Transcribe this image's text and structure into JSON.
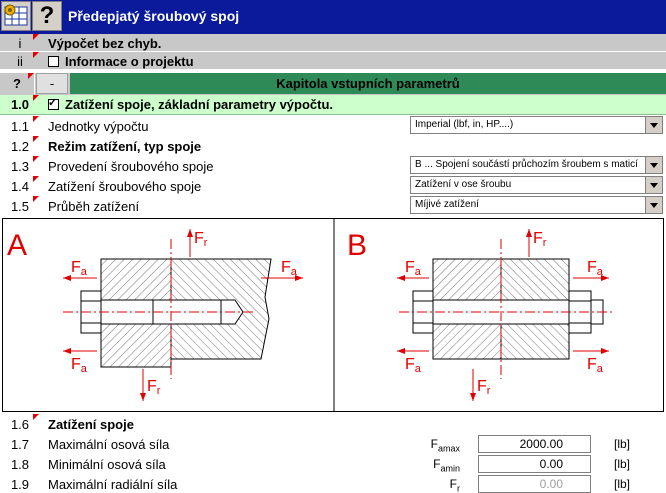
{
  "window": {
    "title": "Předepjatý šroubový spoj",
    "app_icon": "calculator-grid-icon",
    "help_icon": "question-mark-icon",
    "help_label": "?"
  },
  "status": {
    "num": "i",
    "text": "Výpočet bez chyb."
  },
  "project": {
    "num": "ii",
    "text": "Informace o projektu",
    "checked": false
  },
  "chapter": {
    "q_label": "?",
    "toggle_label": "-",
    "title": "Kapitola vstupních parametrů"
  },
  "section": {
    "num": "1.0",
    "text": "Zatížení spoje, základní parametry výpočtu.",
    "checked": true
  },
  "rows": [
    {
      "num": "1.1",
      "label": "Jednotky výpočtu",
      "value": "Imperial (lbf, in, HP....)"
    },
    {
      "num": "1.2",
      "label": "Režim zatížení, typ spoje"
    },
    {
      "num": "1.3",
      "label": "Provedení šroubového spoje",
      "value": "B ... Spojení součástí průchozím šroubem s maticí"
    },
    {
      "num": "1.4",
      "label": "Zatížení šroubového spoje",
      "value": "Zatížení v ose šroubu"
    },
    {
      "num": "1.5",
      "label": "Průběh zatížení",
      "value": "Míjivé zatížení"
    }
  ],
  "diagram": {
    "a_label": "A",
    "b_label": "B",
    "fa": "F",
    "fa_sub": "a",
    "fr": "F",
    "fr_sub": "r",
    "accent_color": "#e00000"
  },
  "loads_header": {
    "num": "1.6",
    "label": "Zatížení spoje"
  },
  "loads": [
    {
      "num": "1.7",
      "label": "Maximální osová síla",
      "sym": "F",
      "sub": "amax",
      "value": "2000.00",
      "unit": "[lb]"
    },
    {
      "num": "1.8",
      "label": "Minimální osová síla",
      "sym": "F",
      "sub": "amin",
      "value": "0.00",
      "unit": "[lb]"
    },
    {
      "num": "1.9",
      "label": "Maximální radiální síla",
      "sym": "F",
      "sub": "r",
      "value": "0.00",
      "unit": "[lb]"
    }
  ]
}
